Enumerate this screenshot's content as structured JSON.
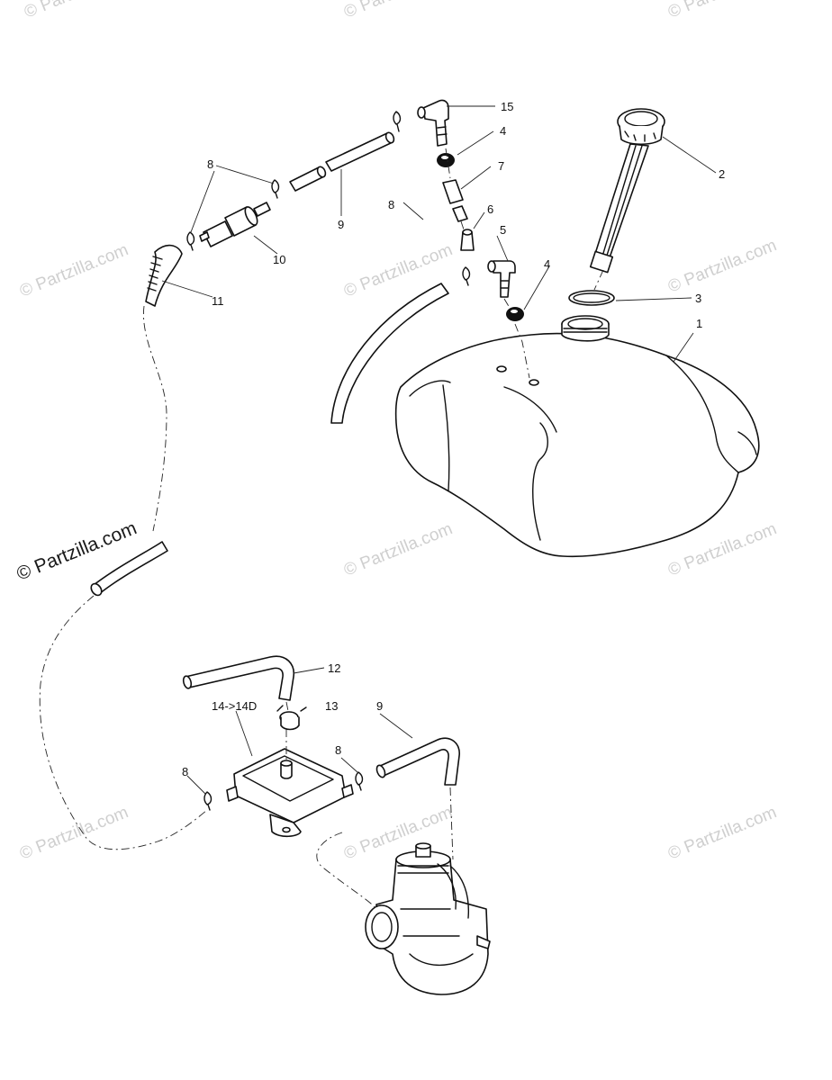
{
  "watermark": {
    "main_text": "© Partzilla.com",
    "repeat_text": "© Partzilla.com"
  },
  "callouts": {
    "c1": "1",
    "c2": "2",
    "c3": "3",
    "c4a": "4",
    "c4b": "4",
    "c5": "5",
    "c6": "6",
    "c7": "7",
    "c8a": "8",
    "c8b": "8",
    "c8c": "8",
    "c8d": "8",
    "c9a": "9",
    "c9b": "9",
    "c10": "10",
    "c11": "11",
    "c12": "12",
    "c13": "13",
    "c14": "14->14D",
    "c15": "15"
  },
  "colors": {
    "ink": "#111111",
    "watermark": "#cfcfcf"
  }
}
